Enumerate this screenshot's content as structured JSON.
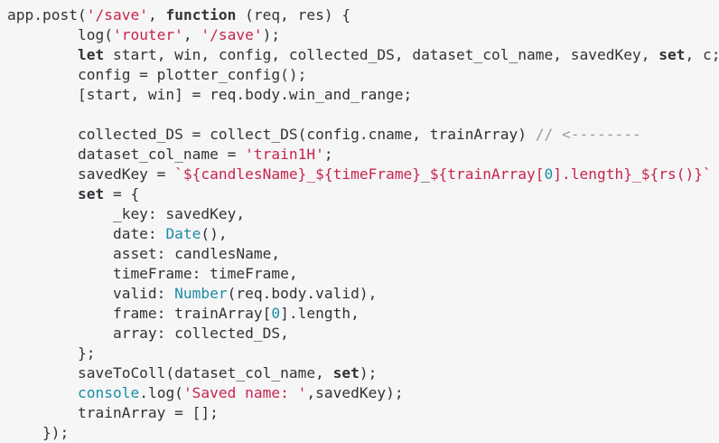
{
  "colors": {
    "background": "#f6f6f6",
    "text": "#2f3337",
    "string": "#c7254e",
    "builtin": "#1a8ca3",
    "comment": "#9a9a9a"
  },
  "code_lines": [
    [
      {
        "t": "app.post(",
        "c": "pl"
      },
      {
        "t": "'/save'",
        "c": "str"
      },
      {
        "t": ", ",
        "c": "pl"
      },
      {
        "t": "function",
        "c": "kw"
      },
      {
        "t": " (req, res) {",
        "c": "pl"
      }
    ],
    [
      {
        "t": "        log(",
        "c": "pl"
      },
      {
        "t": "'router'",
        "c": "str"
      },
      {
        "t": ", ",
        "c": "pl"
      },
      {
        "t": "'/save'",
        "c": "str"
      },
      {
        "t": ");",
        "c": "pl"
      }
    ],
    [
      {
        "t": "        ",
        "c": "pl"
      },
      {
        "t": "let",
        "c": "kw"
      },
      {
        "t": " start, win, config, collected_DS, dataset_col_name, savedKey, ",
        "c": "pl"
      },
      {
        "t": "set",
        "c": "kw"
      },
      {
        "t": ", c;",
        "c": "pl"
      }
    ],
    [
      {
        "t": "        config = plotter_config();",
        "c": "pl"
      }
    ],
    [
      {
        "t": "        [start, win] = req.body.win_and_range;",
        "c": "pl"
      }
    ],
    [
      {
        "t": "",
        "c": "pl"
      }
    ],
    [
      {
        "t": "        collected_DS = collect_DS(config.cname, trainArray) ",
        "c": "pl"
      },
      {
        "t": "// <--------",
        "c": "cmt"
      }
    ],
    [
      {
        "t": "        dataset_col_name = ",
        "c": "pl"
      },
      {
        "t": "'train1H'",
        "c": "str"
      },
      {
        "t": ";",
        "c": "pl"
      }
    ],
    [
      {
        "t": "        savedKey = ",
        "c": "pl"
      },
      {
        "t": "`${candlesName}_${timeFrame}",
        "c": "str"
      },
      {
        "t": "_",
        "c": "pl"
      },
      {
        "t": "${trainArray[",
        "c": "str"
      },
      {
        "t": "0",
        "c": "num"
      },
      {
        "t": "].length}_${rs()}`",
        "c": "str"
      }
    ],
    [
      {
        "t": "        ",
        "c": "pl"
      },
      {
        "t": "set",
        "c": "kw"
      },
      {
        "t": " = {",
        "c": "pl"
      }
    ],
    [
      {
        "t": "            _key: savedKey,",
        "c": "pl"
      }
    ],
    [
      {
        "t": "            date: ",
        "c": "pl"
      },
      {
        "t": "Date",
        "c": "builtin"
      },
      {
        "t": "(),",
        "c": "pl"
      }
    ],
    [
      {
        "t": "            asset: candlesName,",
        "c": "pl"
      }
    ],
    [
      {
        "t": "            timeFrame: timeFrame,",
        "c": "pl"
      }
    ],
    [
      {
        "t": "            valid: ",
        "c": "pl"
      },
      {
        "t": "Number",
        "c": "builtin"
      },
      {
        "t": "(req.body.valid),",
        "c": "pl"
      }
    ],
    [
      {
        "t": "            frame: trainArray[",
        "c": "pl"
      },
      {
        "t": "0",
        "c": "num"
      },
      {
        "t": "].length,",
        "c": "pl"
      }
    ],
    [
      {
        "t": "            array: collected_DS,",
        "c": "pl"
      }
    ],
    [
      {
        "t": "        };",
        "c": "pl"
      }
    ],
    [
      {
        "t": "        saveToColl(dataset_col_name, ",
        "c": "pl"
      },
      {
        "t": "set",
        "c": "kw"
      },
      {
        "t": ");",
        "c": "pl"
      }
    ],
    [
      {
        "t": "        ",
        "c": "pl"
      },
      {
        "t": "console",
        "c": "builtin"
      },
      {
        "t": ".log(",
        "c": "pl"
      },
      {
        "t": "'Saved name: '",
        "c": "str"
      },
      {
        "t": ",savedKey);",
        "c": "pl"
      }
    ],
    [
      {
        "t": "        trainArray = [];",
        "c": "pl"
      }
    ],
    [
      {
        "t": "    });",
        "c": "pl"
      }
    ]
  ]
}
